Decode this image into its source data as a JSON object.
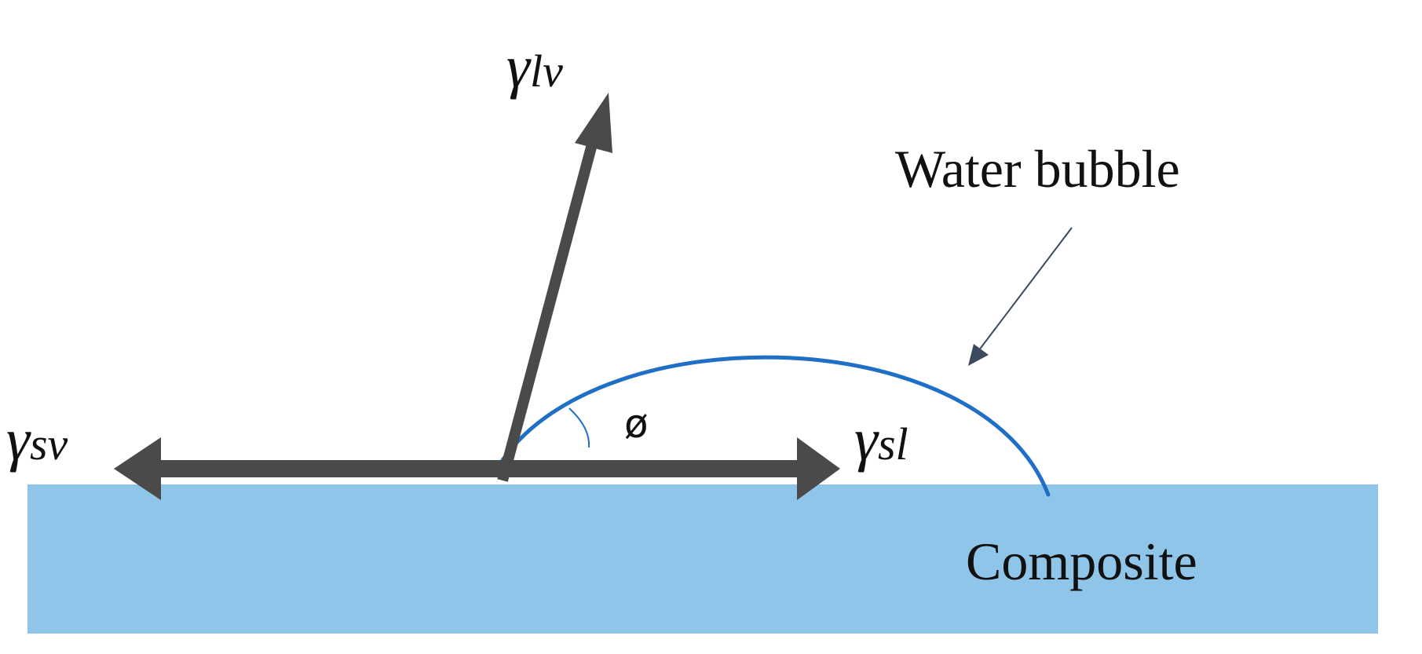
{
  "labels": {
    "gamma": "γ",
    "lv_subscript": "lv",
    "sv_subscript": "sv",
    "sl_subscript": "sl",
    "angle_symbol": "ø",
    "water_bubble": "Water bubble",
    "composite": "Composite"
  },
  "colors": {
    "substrate": "#8ec5e8",
    "arrow": "#4a4a4a",
    "bubble_outline": "#1f6fc6",
    "pointer": "#3b4a5e",
    "text": "#111111"
  },
  "icons": {
    "pointer": "arrow-pointer-icon",
    "force_arrows": "double-arrow-icon"
  }
}
